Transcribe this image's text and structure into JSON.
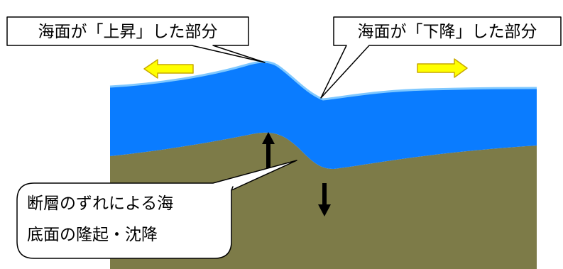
{
  "labels": {
    "rise": "海面が「上昇」した部分",
    "fall": "海面が「下降」した部分",
    "cause_line1": "断層のずれによる海",
    "cause_line2": "底面の隆起・沈降"
  },
  "colors": {
    "sea": "#0a7cff",
    "sea_highlight": "#7fc8ff",
    "seabed": "#7d7b48",
    "arrow_yellow": "#ffff00",
    "arrow_yellow_stroke": "#c8a800",
    "arrow_black": "#000000",
    "callout_border": "#000000",
    "callout_fill": "#ffffff"
  },
  "icons": {
    "left_wave_arrow": "arrow-left-icon",
    "right_wave_arrow": "arrow-right-icon",
    "uplift_arrow": "arrow-up-icon",
    "subsidence_arrow": "arrow-down-icon"
  }
}
